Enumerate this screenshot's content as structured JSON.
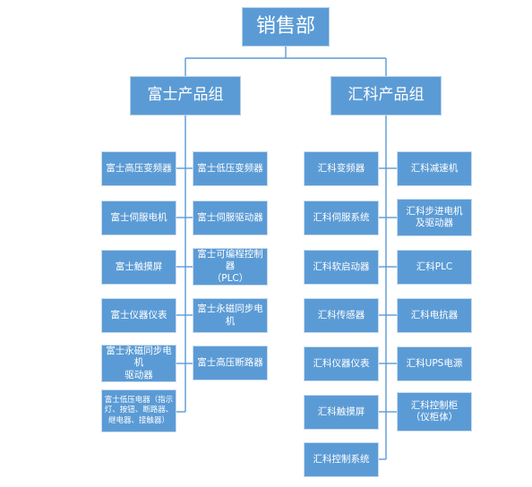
{
  "root": {
    "label": "销售部"
  },
  "groups": {
    "fuji": {
      "label": "富士产品组",
      "col1": [
        "富士高压变频器",
        "富士伺服电机",
        "富士触摸屏",
        "富士仪器仪表",
        "富士永磁同步电机\n驱动器",
        "富士低压电器（指示\n灯、按钮、断路器、\n继电器、接触器）"
      ],
      "col2": [
        "富士低压变频器",
        "富士伺服驱动器",
        "富士可编程控制器\n（PLC）",
        "富士永磁同步电机",
        "富士高压断路器"
      ]
    },
    "huike": {
      "label": "汇科产品组",
      "col1": [
        "汇科变频器",
        "汇科伺服系统",
        "汇科软启动器",
        "汇科传感器",
        "汇科仪器仪表",
        "汇科触摸屏",
        "汇科控制系统"
      ],
      "col2": [
        "汇科减速机",
        "汇科步进电机\n及驱动器",
        "汇科PLC",
        "汇科电抗器",
        "汇科UPS电源",
        "汇科控制柜\n（仪柜体）"
      ]
    }
  },
  "colors": {
    "box": "#5b9bd5",
    "connector": "#5b9bd5",
    "text": "#ffffff"
  }
}
